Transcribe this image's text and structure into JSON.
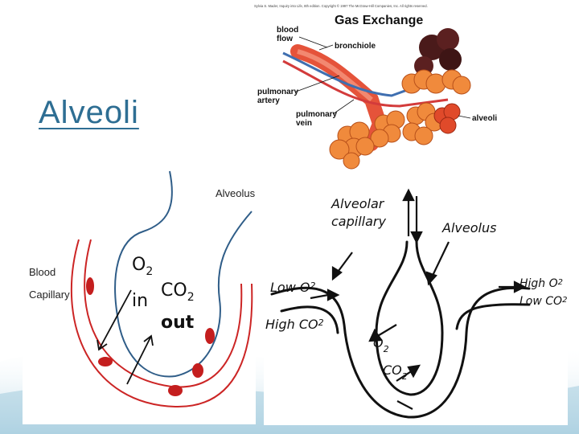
{
  "slide": {
    "title": "Alveoli",
    "colors": {
      "title": "#2e6e93",
      "background_wave": "#b7d7e6"
    }
  },
  "gas_exchange": {
    "copyright": "Sylvia S. Mader, Inquiry into Life, 8th edition. Copyright © 1997 The McGraw-Hill Companies, Inc. All rights reserved.",
    "title": "Gas Exchange",
    "labels": {
      "blood_flow_1": "blood",
      "blood_flow_2": "flow",
      "bronchiole": "bronchiole",
      "pulmonary_artery_1": "pulmonary",
      "pulmonary_artery_2": "artery",
      "pulmonary_vein_1": "pulmonary",
      "pulmonary_vein_2": "vein",
      "alveoli": "alveoli"
    }
  },
  "alveolus_diagram": {
    "labels": {
      "alveolus": "Alveolus",
      "blood_1": "Blood",
      "capillary_1": "Capillary",
      "o2": "O",
      "o2_sub": "2",
      "in": "in",
      "co2": "CO",
      "co2_sub": "2",
      "out": "out"
    }
  },
  "sketch_diagram": {
    "labels": {
      "alveolar_1": "Alveolar",
      "capillary": "capillary",
      "alveolus": "Alveolus",
      "low_o2": "Low O",
      "low_o2_sub": "2",
      "high_co2": "High CO",
      "high_co2_sub": "2",
      "high_o2": "High O",
      "high_o2_sub": "2",
      "low_co2": "Low CO",
      "low_co2_sub": "2",
      "o2": "O",
      "o2_sub": "2",
      "co2": "CO",
      "co2_sub": "2"
    }
  }
}
